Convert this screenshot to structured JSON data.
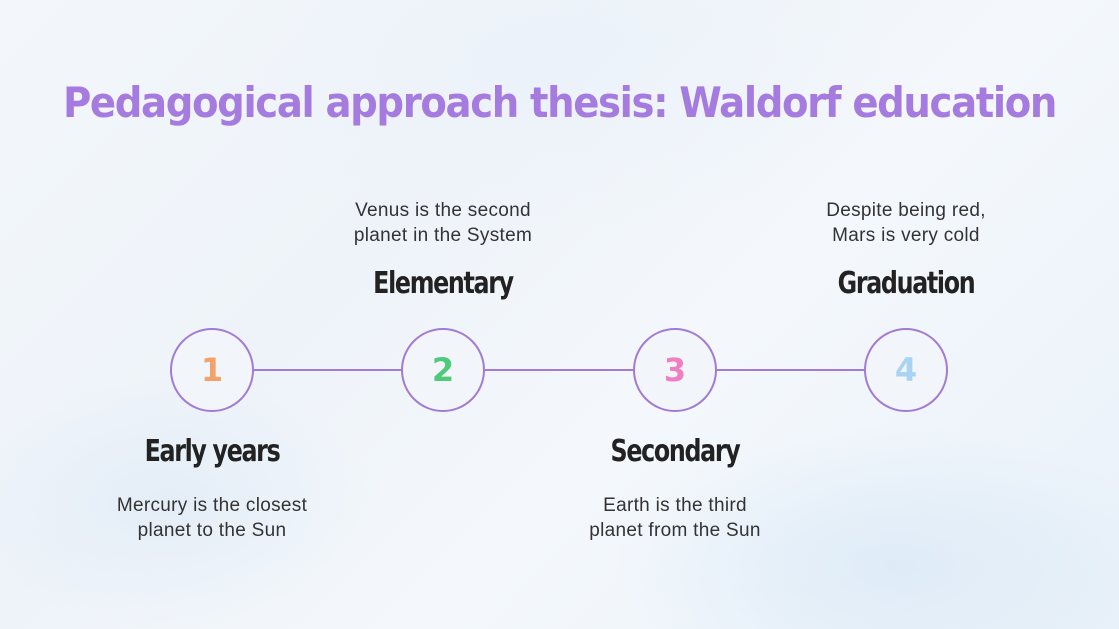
{
  "slide": {
    "title": "Pedagogical approach thesis: Waldorf education",
    "colors": {
      "title": "#a67be0",
      "line": "#a37bd4",
      "circle_border": "#a37bd4"
    },
    "steps": [
      {
        "number": "1",
        "number_color": "#f2a36b",
        "title": "Early years",
        "description_line1": "Mercury is the closest",
        "description_line2": "planet to the Sun",
        "position": "below"
      },
      {
        "number": "2",
        "number_color": "#4fc97a",
        "title": "Elementary",
        "description_line1": "Venus is the second",
        "description_line2": "planet in the System",
        "position": "above"
      },
      {
        "number": "3",
        "number_color": "#f07ec0",
        "title": "Secondary",
        "description_line1": "Earth is the third",
        "description_line2": "planet from the Sun",
        "position": "below"
      },
      {
        "number": "4",
        "number_color": "#a9d3f2",
        "title": "Graduation",
        "description_line1": "Despite being red,",
        "description_line2": "Mars is very cold",
        "position": "above"
      }
    ]
  }
}
